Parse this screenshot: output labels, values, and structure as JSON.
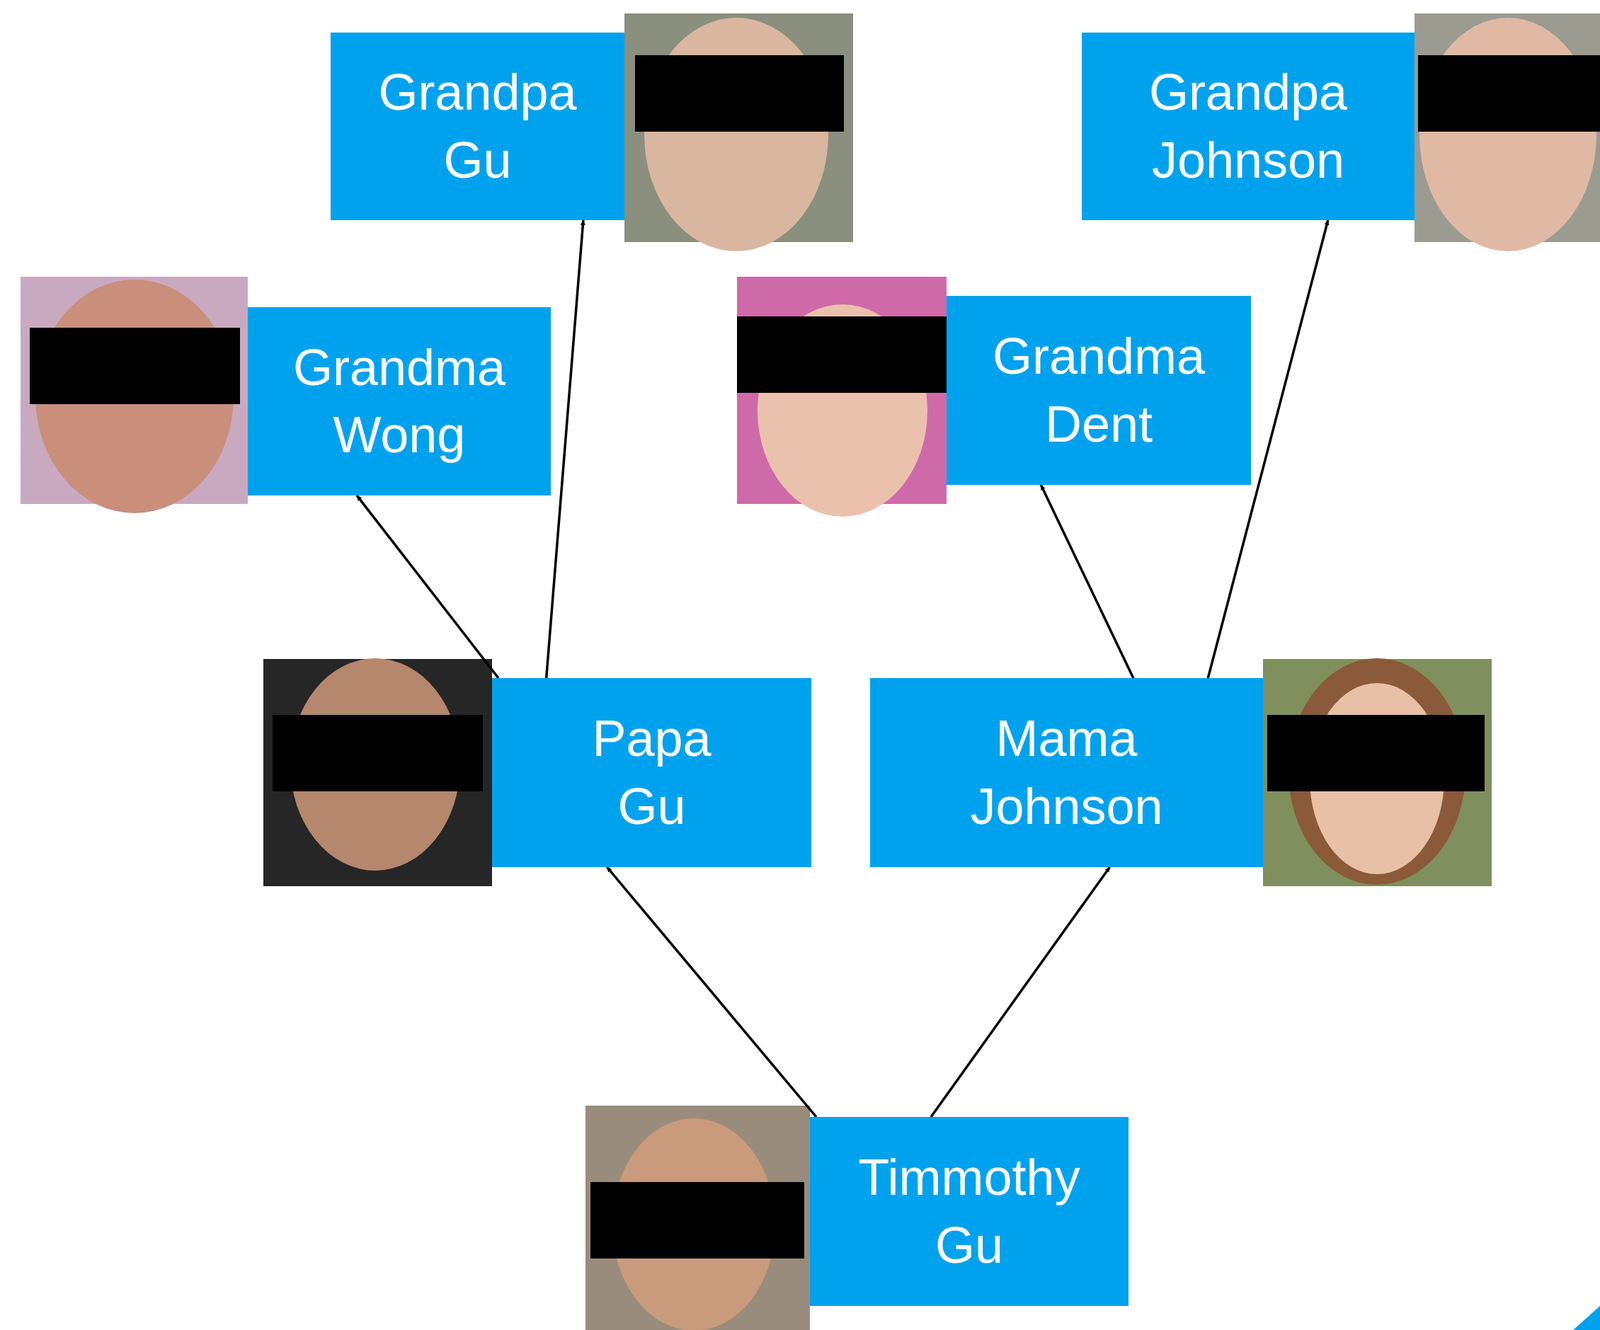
{
  "diagram": {
    "nodes": [
      {
        "text": [
          "Grandpa Gu"
        ]
      },
      {
        "text": [
          "Grandpa Johnson"
        ]
      },
      {
        "text": [
          "Grandma Wong"
        ]
      },
      {
        "text": [
          "Grandma Dent"
        ]
      },
      {
        "text": [
          "Papa Gu"
        ]
      },
      {
        "text": [
          "Mama Johnson"
        ]
      },
      {
        "text": [
          "Timmothy Gu"
        ]
      }
    ],
    "edges": [
      {
        "from": 6,
        "to": 4,
        "arrow": "to"
      },
      {
        "from": 6,
        "to": 5,
        "arrow": "to"
      },
      {
        "from": 4,
        "to": 2,
        "arrow": "to"
      },
      {
        "from": 4,
        "to": 0,
        "arrow": "to"
      },
      {
        "from": 5,
        "to": 3,
        "arrow": "to"
      },
      {
        "from": 5,
        "to": 1,
        "arrow": "to"
      }
    ]
  }
}
